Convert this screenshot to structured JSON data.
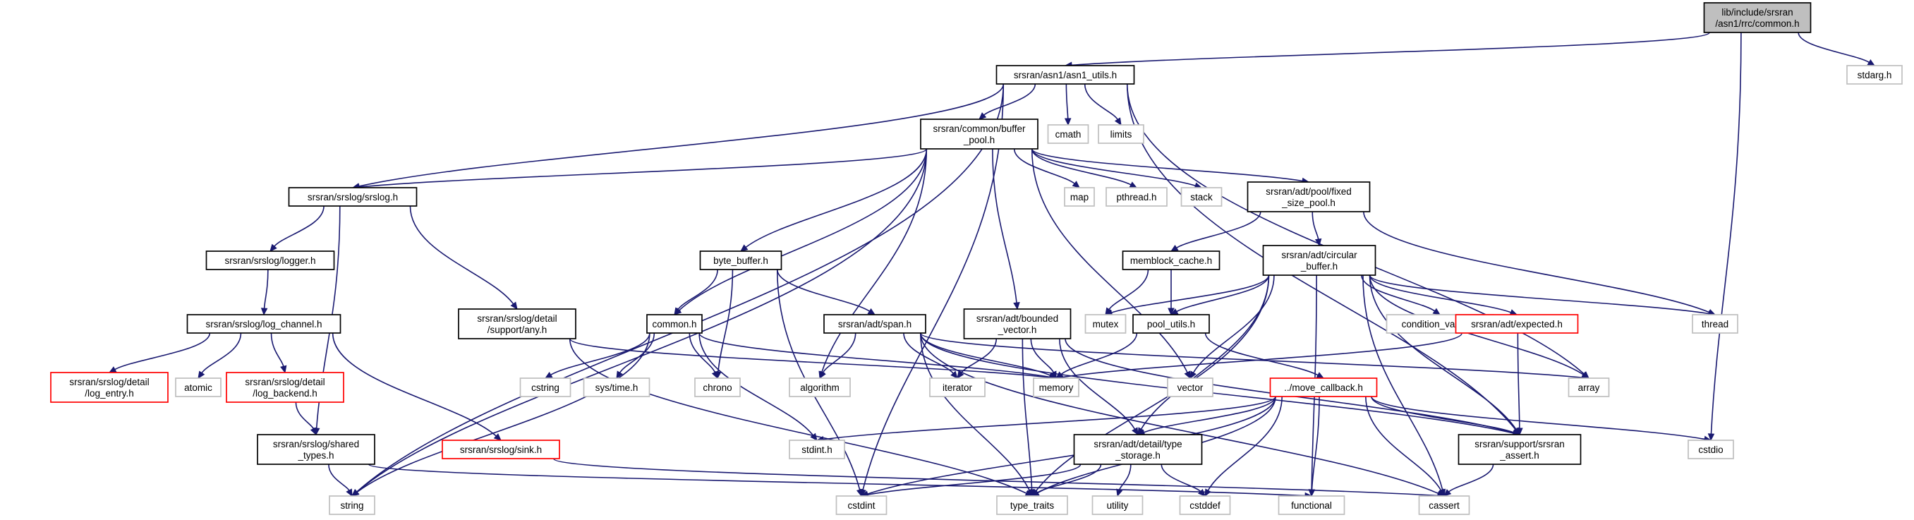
{
  "graph": {
    "title": "",
    "colors": {
      "edge": "#191970",
      "std_border": "#bfbfbf",
      "doc_border": "#000000",
      "truncated_border": "#ff0000",
      "root_fill": "#bfbfbf"
    },
    "nodes": [
      {
        "id": "root",
        "kind": "root",
        "lines": [
          "lib/include/srsran",
          "/asn1/rrc/common.h"
        ]
      },
      {
        "id": "asn1_utils",
        "kind": "doc",
        "lines": [
          "srsran/asn1/asn1_utils.h"
        ]
      },
      {
        "id": "stdarg",
        "kind": "std",
        "lines": [
          "stdarg.h"
        ]
      },
      {
        "id": "buffer_pool",
        "kind": "doc",
        "lines": [
          "srsran/common/buffer",
          "_pool.h"
        ]
      },
      {
        "id": "cmath",
        "kind": "std",
        "lines": [
          "cmath"
        ]
      },
      {
        "id": "limits",
        "kind": "std",
        "lines": [
          "limits"
        ]
      },
      {
        "id": "srslog",
        "kind": "doc",
        "lines": [
          "srsran/srslog/srslog.h"
        ]
      },
      {
        "id": "map",
        "kind": "std",
        "lines": [
          "map"
        ]
      },
      {
        "id": "pthread",
        "kind": "std",
        "lines": [
          "pthread.h"
        ]
      },
      {
        "id": "stack",
        "kind": "std",
        "lines": [
          "stack"
        ]
      },
      {
        "id": "fixed_pool",
        "kind": "doc",
        "lines": [
          "srsran/adt/pool/fixed",
          "_size_pool.h"
        ]
      },
      {
        "id": "logger",
        "kind": "doc",
        "lines": [
          "srsran/srslog/logger.h"
        ]
      },
      {
        "id": "byte_buffer",
        "kind": "doc",
        "lines": [
          "byte_buffer.h"
        ]
      },
      {
        "id": "memblock",
        "kind": "doc",
        "lines": [
          "memblock_cache.h"
        ]
      },
      {
        "id": "circular",
        "kind": "doc",
        "lines": [
          "srsran/adt/circular",
          "_buffer.h"
        ]
      },
      {
        "id": "log_channel",
        "kind": "doc",
        "lines": [
          "srsran/srslog/log_channel.h"
        ]
      },
      {
        "id": "detail_any",
        "kind": "doc",
        "lines": [
          "srsran/srslog/detail",
          "/support/any.h"
        ]
      },
      {
        "id": "common",
        "kind": "doc",
        "lines": [
          "common.h"
        ]
      },
      {
        "id": "span",
        "kind": "doc",
        "lines": [
          "srsran/adt/span.h"
        ]
      },
      {
        "id": "bounded",
        "kind": "doc",
        "lines": [
          "srsran/adt/bounded",
          "_vector.h"
        ]
      },
      {
        "id": "mutex",
        "kind": "std",
        "lines": [
          "mutex"
        ]
      },
      {
        "id": "pool_utils",
        "kind": "doc",
        "lines": [
          "pool_utils.h"
        ]
      },
      {
        "id": "cond_var",
        "kind": "std",
        "lines": [
          "condition_variable"
        ]
      },
      {
        "id": "expected",
        "kind": "trunc",
        "lines": [
          "srsran/adt/expected.h"
        ]
      },
      {
        "id": "thread",
        "kind": "std",
        "lines": [
          "thread"
        ]
      },
      {
        "id": "log_entry",
        "kind": "trunc",
        "lines": [
          "srsran/srslog/detail",
          "/log_entry.h"
        ]
      },
      {
        "id": "atomic",
        "kind": "std",
        "lines": [
          "atomic"
        ]
      },
      {
        "id": "log_backend",
        "kind": "trunc",
        "lines": [
          "srsran/srslog/detail",
          "/log_backend.h"
        ]
      },
      {
        "id": "cstring",
        "kind": "std",
        "lines": [
          "cstring"
        ]
      },
      {
        "id": "systime",
        "kind": "std",
        "lines": [
          "sys/time.h"
        ]
      },
      {
        "id": "chrono",
        "kind": "std",
        "lines": [
          "chrono"
        ]
      },
      {
        "id": "algorithm",
        "kind": "std",
        "lines": [
          "algorithm"
        ]
      },
      {
        "id": "iterator",
        "kind": "std",
        "lines": [
          "iterator"
        ]
      },
      {
        "id": "memory",
        "kind": "std",
        "lines": [
          "memory"
        ]
      },
      {
        "id": "vector",
        "kind": "std",
        "lines": [
          "vector"
        ]
      },
      {
        "id": "move_cb",
        "kind": "trunc",
        "lines": [
          "../move_callback.h"
        ]
      },
      {
        "id": "array",
        "kind": "std",
        "lines": [
          "array"
        ]
      },
      {
        "id": "shared_types",
        "kind": "doc",
        "lines": [
          "srsran/srslog/shared",
          "_types.h"
        ]
      },
      {
        "id": "sink",
        "kind": "trunc",
        "lines": [
          "srsran/srslog/sink.h"
        ]
      },
      {
        "id": "stdint",
        "kind": "std",
        "lines": [
          "stdint.h"
        ]
      },
      {
        "id": "type_storage",
        "kind": "doc",
        "lines": [
          "srsran/adt/detail/type",
          "_storage.h"
        ]
      },
      {
        "id": "srsran_assert",
        "kind": "doc",
        "lines": [
          "srsran/support/srsran",
          "_assert.h"
        ]
      },
      {
        "id": "cstdio",
        "kind": "std",
        "lines": [
          "cstdio"
        ]
      },
      {
        "id": "string",
        "kind": "std",
        "lines": [
          "string"
        ]
      },
      {
        "id": "cstdint",
        "kind": "std",
        "lines": [
          "cstdint"
        ]
      },
      {
        "id": "type_traits",
        "kind": "std",
        "lines": [
          "type_traits"
        ]
      },
      {
        "id": "utility",
        "kind": "std",
        "lines": [
          "utility"
        ]
      },
      {
        "id": "cstddef",
        "kind": "std",
        "lines": [
          "cstddef"
        ]
      },
      {
        "id": "functional",
        "kind": "std",
        "lines": [
          "functional"
        ]
      },
      {
        "id": "cassert",
        "kind": "std",
        "lines": [
          "cassert"
        ]
      }
    ],
    "edges": [
      [
        "root",
        "asn1_utils"
      ],
      [
        "root",
        "stdarg"
      ],
      [
        "root",
        "cstdio"
      ],
      [
        "asn1_utils",
        "buffer_pool"
      ],
      [
        "asn1_utils",
        "cmath"
      ],
      [
        "asn1_utils",
        "limits"
      ],
      [
        "asn1_utils",
        "srslog"
      ],
      [
        "asn1_utils",
        "array"
      ],
      [
        "asn1_utils",
        "srsran_assert"
      ],
      [
        "asn1_utils",
        "string"
      ],
      [
        "asn1_utils",
        "cstdint"
      ],
      [
        "buffer_pool",
        "srslog"
      ],
      [
        "buffer_pool",
        "map"
      ],
      [
        "buffer_pool",
        "pthread"
      ],
      [
        "buffer_pool",
        "stack"
      ],
      [
        "buffer_pool",
        "fixed_pool"
      ],
      [
        "buffer_pool",
        "byte_buffer"
      ],
      [
        "buffer_pool",
        "common"
      ],
      [
        "buffer_pool",
        "bounded"
      ],
      [
        "buffer_pool",
        "algorithm"
      ],
      [
        "buffer_pool",
        "vector"
      ],
      [
        "buffer_pool",
        "string"
      ],
      [
        "srslog",
        "logger"
      ],
      [
        "srslog",
        "detail_any"
      ],
      [
        "srslog",
        "shared_types"
      ],
      [
        "logger",
        "log_channel"
      ],
      [
        "log_channel",
        "log_entry"
      ],
      [
        "log_channel",
        "atomic"
      ],
      [
        "log_channel",
        "log_backend"
      ],
      [
        "log_channel",
        "sink"
      ],
      [
        "log_backend",
        "shared_types"
      ],
      [
        "shared_types",
        "string"
      ],
      [
        "shared_types",
        "functional"
      ],
      [
        "sink",
        "cassert"
      ],
      [
        "detail_any",
        "memory"
      ],
      [
        "detail_any",
        "type_traits"
      ],
      [
        "fixed_pool",
        "memblock"
      ],
      [
        "fixed_pool",
        "circular"
      ],
      [
        "fixed_pool",
        "thread"
      ],
      [
        "memblock",
        "mutex"
      ],
      [
        "memblock",
        "pool_utils"
      ],
      [
        "byte_buffer",
        "common"
      ],
      [
        "byte_buffer",
        "span"
      ],
      [
        "byte_buffer",
        "chrono"
      ],
      [
        "byte_buffer",
        "cstdint"
      ],
      [
        "common",
        "cstring"
      ],
      [
        "common",
        "systime"
      ],
      [
        "common",
        "chrono"
      ],
      [
        "common",
        "memory"
      ],
      [
        "common",
        "stdint"
      ],
      [
        "common",
        "string"
      ],
      [
        "span",
        "algorithm"
      ],
      [
        "span",
        "iterator"
      ],
      [
        "span",
        "memory"
      ],
      [
        "span",
        "array"
      ],
      [
        "span",
        "type_traits"
      ],
      [
        "span",
        "srsran_assert"
      ],
      [
        "span",
        "cassert"
      ],
      [
        "bounded",
        "iterator"
      ],
      [
        "bounded",
        "memory"
      ],
      [
        "bounded",
        "type_traits"
      ],
      [
        "bounded",
        "type_storage"
      ],
      [
        "bounded",
        "srsran_assert"
      ],
      [
        "circular",
        "mutex"
      ],
      [
        "circular",
        "pool_utils"
      ],
      [
        "circular",
        "cond_var"
      ],
      [
        "circular",
        "expected"
      ],
      [
        "circular",
        "thread"
      ],
      [
        "circular",
        "array"
      ],
      [
        "circular",
        "vector"
      ],
      [
        "circular",
        "type_traits"
      ],
      [
        "circular",
        "functional"
      ],
      [
        "circular",
        "srsran_assert"
      ],
      [
        "circular",
        "cassert"
      ],
      [
        "circular",
        "type_storage"
      ],
      [
        "pool_utils",
        "memory"
      ],
      [
        "pool_utils",
        "move_cb"
      ],
      [
        "expected",
        "memory"
      ],
      [
        "expected",
        "srsran_assert"
      ],
      [
        "move_cb",
        "stdint"
      ],
      [
        "move_cb",
        "type_storage"
      ],
      [
        "move_cb",
        "cstddef"
      ],
      [
        "move_cb",
        "functional"
      ],
      [
        "move_cb",
        "cstdio"
      ],
      [
        "move_cb",
        "srsran_assert"
      ],
      [
        "move_cb",
        "type_traits"
      ],
      [
        "move_cb",
        "cstdint"
      ],
      [
        "move_cb",
        "cassert"
      ],
      [
        "type_storage",
        "cstdint"
      ],
      [
        "type_storage",
        "type_traits"
      ],
      [
        "type_storage",
        "utility"
      ],
      [
        "type_storage",
        "cstddef"
      ],
      [
        "srsran_assert",
        "cassert"
      ]
    ]
  }
}
